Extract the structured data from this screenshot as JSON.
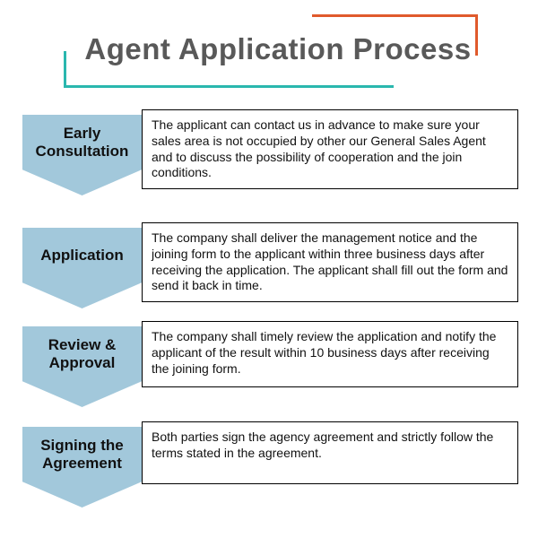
{
  "title": "Agent Application Process",
  "colors": {
    "arrow_fill": "#a2c8db",
    "accent_top_right": "#e05a2c",
    "accent_bottom_left": "#2ab7ae",
    "title_text": "#595959"
  },
  "steps": [
    {
      "label": "Early Consultation",
      "description": "The applicant can contact us in advance to make sure your sales area is not occupied by other our General Sales Agent and to discuss the possibility of cooperation and the join conditions."
    },
    {
      "label": "Application",
      "description": "The company shall deliver the management notice and the joining form to the applicant within three business days after receiving the application. The applicant shall fill out the form and send it back in time."
    },
    {
      "label": "Review & Approval",
      "description": "The company shall timely review the application and notify the applicant of the result within 10 business days after receiving the joining form."
    },
    {
      "label": "Signing the Agreement",
      "description": "Both parties sign the agency agreement and strictly follow the terms stated in the agreement."
    }
  ]
}
